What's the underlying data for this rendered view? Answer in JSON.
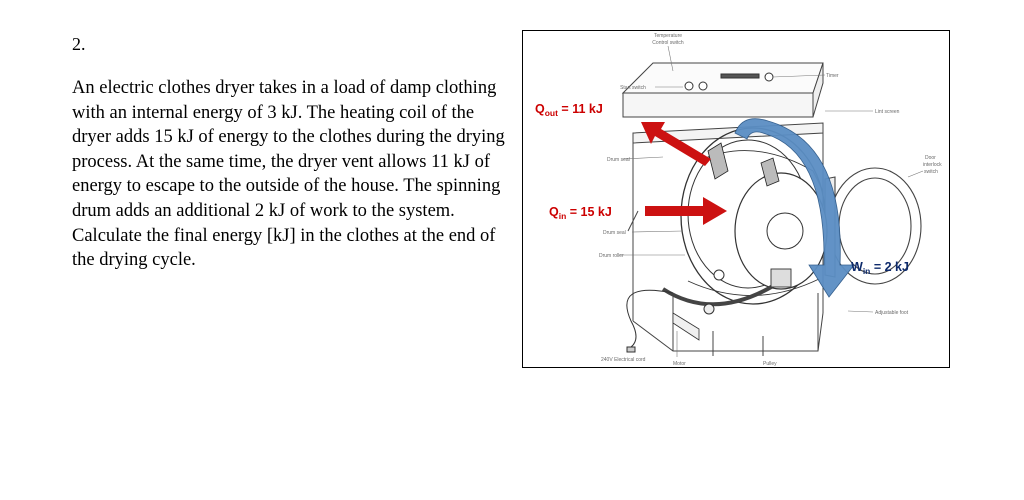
{
  "question": {
    "number": "2.",
    "text": "An electric clothes dryer takes in a load of damp clothing with an internal energy of 3 kJ. The heating coil of the dryer adds 15 kJ of energy to the clothes during the drying process. At the same time, the dryer vent allows 11 kJ of energy to escape to the outside of the house. The spinning drum adds an additional 2 kJ of work to the system.  Calculate the final energy [kJ] in the clothes at the end of the drying cycle."
  },
  "figure": {
    "labels": {
      "q_out": {
        "symbol": "Q",
        "sub": "out",
        "value": " = 11 kJ"
      },
      "q_in": {
        "symbol": "Q",
        "sub": "in",
        "value": " = 15 kJ"
      },
      "w_in": {
        "symbol": "W",
        "sub": "in",
        "value": " = 2 kJ"
      }
    },
    "part_labels": {
      "temperature_control_1": "Temperature",
      "temperature_control_2": "Control switch",
      "start_switch": "Start switch",
      "timer": "Timer",
      "lint_screen": "Lint screen",
      "drum_seal_1": "Drum seal",
      "drum_seal_2": "Drum seal",
      "drum_roller": "Drum roller",
      "door_interlock_1": "Door",
      "door_interlock_2": "interlock",
      "door_interlock_3": "switch",
      "adjustable_foot": "Adjustable foot",
      "electrical_cord": "240V Electrical cord",
      "motor": "Motor",
      "pulley": "Pulley"
    },
    "colors": {
      "q_out_arrow": "#cc1111",
      "q_in_arrow": "#cc1111",
      "w_in_arrow": "#5b8ec4",
      "q_label_text": "#cc0000",
      "w_label_text": "#0d2a6b"
    }
  }
}
